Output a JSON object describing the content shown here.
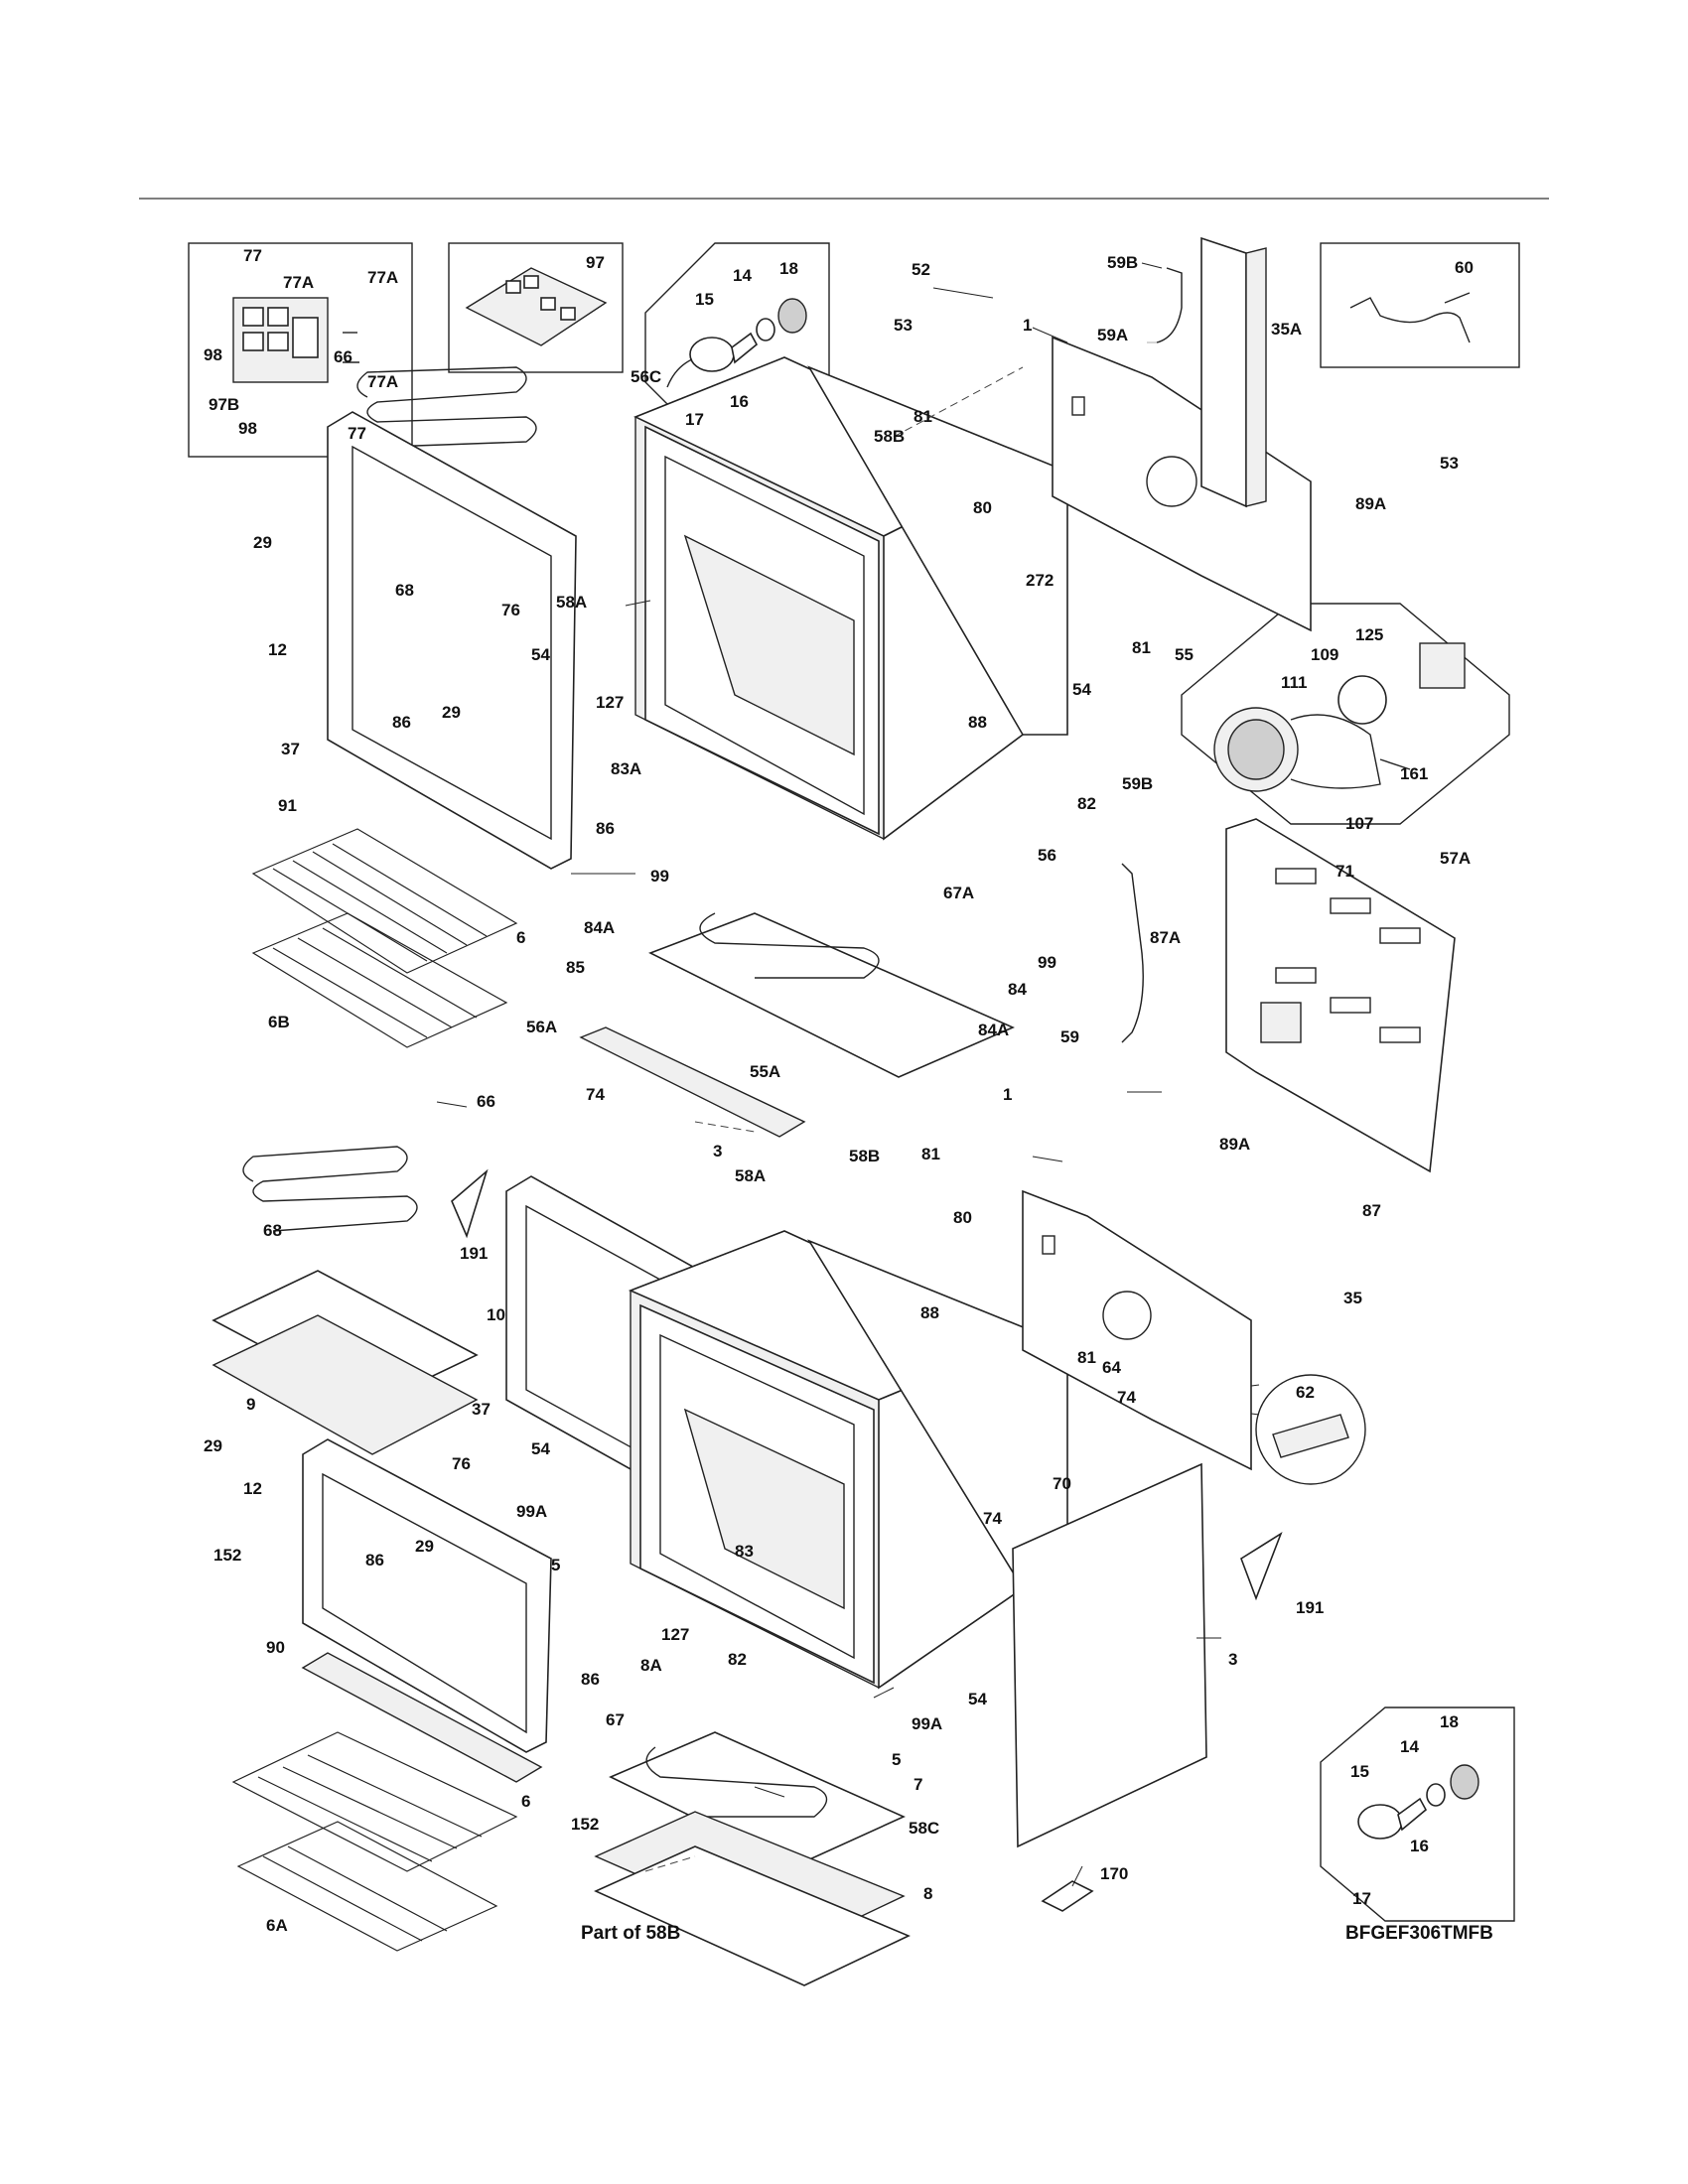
{
  "diagram": {
    "drawing_code": "BFGEF306TMFB",
    "note": "Part of 58B",
    "callouts": [
      {
        "id": "c77-top",
        "text": "77"
      },
      {
        "id": "c77A-a",
        "text": "77A"
      },
      {
        "id": "c77A-b",
        "text": "77A"
      },
      {
        "id": "c98-a",
        "text": "98"
      },
      {
        "id": "c77A-c",
        "text": "77A"
      },
      {
        "id": "c97B",
        "text": "97B"
      },
      {
        "id": "c98-b",
        "text": "98"
      },
      {
        "id": "c77-b",
        "text": "77"
      },
      {
        "id": "c97",
        "text": "97"
      },
      {
        "id": "c14-top",
        "text": "14"
      },
      {
        "id": "c18-top",
        "text": "18"
      },
      {
        "id": "c15-top",
        "text": "15"
      },
      {
        "id": "c16-top",
        "text": "16"
      },
      {
        "id": "c17-top",
        "text": "17"
      },
      {
        "id": "c52",
        "text": "52"
      },
      {
        "id": "c59B-top",
        "text": "59B"
      },
      {
        "id": "c35A",
        "text": "35A"
      },
      {
        "id": "c60",
        "text": "60"
      },
      {
        "id": "c53-a",
        "text": "53"
      },
      {
        "id": "c59A",
        "text": "59A"
      },
      {
        "id": "c1-top",
        "text": "1"
      },
      {
        "id": "c81-a",
        "text": "81"
      },
      {
        "id": "c58B-top",
        "text": "58B"
      },
      {
        "id": "c53-b",
        "text": "53"
      },
      {
        "id": "c89A-top",
        "text": "89A"
      },
      {
        "id": "c66-top",
        "text": "66"
      },
      {
        "id": "c56C",
        "text": "56C"
      },
      {
        "id": "c80-top",
        "text": "80"
      },
      {
        "id": "c272",
        "text": "272"
      },
      {
        "id": "c29-a",
        "text": "29"
      },
      {
        "id": "c68-top",
        "text": "68"
      },
      {
        "id": "c58A-top",
        "text": "58A"
      },
      {
        "id": "c76-top",
        "text": "76"
      },
      {
        "id": "c12-top",
        "text": "12"
      },
      {
        "id": "c54-a",
        "text": "54"
      },
      {
        "id": "c81-b",
        "text": "81"
      },
      {
        "id": "c55",
        "text": "55"
      },
      {
        "id": "c125",
        "text": "125"
      },
      {
        "id": "c109",
        "text": "109"
      },
      {
        "id": "c111",
        "text": "111"
      },
      {
        "id": "c127-top",
        "text": "127"
      },
      {
        "id": "c86-a",
        "text": "86"
      },
      {
        "id": "c29-b",
        "text": "29"
      },
      {
        "id": "c88-top",
        "text": "88"
      },
      {
        "id": "c54-b",
        "text": "54"
      },
      {
        "id": "c37-top",
        "text": "37"
      },
      {
        "id": "c83A",
        "text": "83A"
      },
      {
        "id": "c161",
        "text": "161"
      },
      {
        "id": "c91",
        "text": "91"
      },
      {
        "id": "c82-top",
        "text": "82"
      },
      {
        "id": "c59B-mid",
        "text": "59B"
      },
      {
        "id": "c107",
        "text": "107"
      },
      {
        "id": "c86-b",
        "text": "86"
      },
      {
        "id": "c99-a",
        "text": "99"
      },
      {
        "id": "c56",
        "text": "56"
      },
      {
        "id": "c57A",
        "text": "57A"
      },
      {
        "id": "c71",
        "text": "71"
      },
      {
        "id": "c6-top",
        "text": "6"
      },
      {
        "id": "c84A-a",
        "text": "84A"
      },
      {
        "id": "c67A",
        "text": "67A"
      },
      {
        "id": "c99-b",
        "text": "99"
      },
      {
        "id": "c87A",
        "text": "87A"
      },
      {
        "id": "c85",
        "text": "85"
      },
      {
        "id": "c84",
        "text": "84"
      },
      {
        "id": "c6B",
        "text": "6B"
      },
      {
        "id": "c56A",
        "text": "56A"
      },
      {
        "id": "c59",
        "text": "59"
      },
      {
        "id": "c84A-b",
        "text": "84A"
      },
      {
        "id": "c55A",
        "text": "55A"
      },
      {
        "id": "c66-b",
        "text": "66"
      },
      {
        "id": "c74-a",
        "text": "74"
      },
      {
        "id": "c1-mid",
        "text": "1"
      },
      {
        "id": "c3-a",
        "text": "3"
      },
      {
        "id": "c58B-mid",
        "text": "58B"
      },
      {
        "id": "c81-c",
        "text": "81"
      },
      {
        "id": "c89A-mid",
        "text": "89A"
      },
      {
        "id": "c58A-mid",
        "text": "58A"
      },
      {
        "id": "c68-b",
        "text": "68"
      },
      {
        "id": "c191-a",
        "text": "191"
      },
      {
        "id": "c80-b",
        "text": "80"
      },
      {
        "id": "c87",
        "text": "87"
      },
      {
        "id": "c35",
        "text": "35"
      },
      {
        "id": "c10",
        "text": "10"
      },
      {
        "id": "c88-b",
        "text": "88"
      },
      {
        "id": "c81-d",
        "text": "81"
      },
      {
        "id": "c64",
        "text": "64"
      },
      {
        "id": "c62",
        "text": "62"
      },
      {
        "id": "c9",
        "text": "9"
      },
      {
        "id": "c37-b",
        "text": "37"
      },
      {
        "id": "c54-c",
        "text": "54"
      },
      {
        "id": "c74-b",
        "text": "74"
      },
      {
        "id": "c29-c",
        "text": "29"
      },
      {
        "id": "c76-b",
        "text": "76"
      },
      {
        "id": "c70",
        "text": "70"
      },
      {
        "id": "c12-b",
        "text": "12"
      },
      {
        "id": "c99A-a",
        "text": "99A"
      },
      {
        "id": "c74-c",
        "text": "74"
      },
      {
        "id": "c152-a",
        "text": "152"
      },
      {
        "id": "c86-c",
        "text": "86"
      },
      {
        "id": "c29-d",
        "text": "29"
      },
      {
        "id": "c83",
        "text": "83"
      },
      {
        "id": "c5-a",
        "text": "5"
      },
      {
        "id": "c191-b",
        "text": "191"
      },
      {
        "id": "c127-b",
        "text": "127"
      },
      {
        "id": "c90",
        "text": "90"
      },
      {
        "id": "c82-b",
        "text": "82"
      },
      {
        "id": "c3-b",
        "text": "3"
      },
      {
        "id": "c8A",
        "text": "8A"
      },
      {
        "id": "c86-d",
        "text": "86"
      },
      {
        "id": "c99A-b",
        "text": "99A"
      },
      {
        "id": "c54-d",
        "text": "54"
      },
      {
        "id": "c67",
        "text": "67"
      },
      {
        "id": "c5-b",
        "text": "5"
      },
      {
        "id": "c18-b",
        "text": "18"
      },
      {
        "id": "c14-b",
        "text": "14"
      },
      {
        "id": "c15-b",
        "text": "15"
      },
      {
        "id": "c6-b",
        "text": "6"
      },
      {
        "id": "c7",
        "text": "7"
      },
      {
        "id": "c152-b",
        "text": "152"
      },
      {
        "id": "c58C",
        "text": "58C"
      },
      {
        "id": "c16-b",
        "text": "16"
      },
      {
        "id": "c170",
        "text": "170"
      },
      {
        "id": "c8",
        "text": "8"
      },
      {
        "id": "c6A",
        "text": "6A"
      },
      {
        "id": "c17-b",
        "text": "17"
      }
    ]
  }
}
